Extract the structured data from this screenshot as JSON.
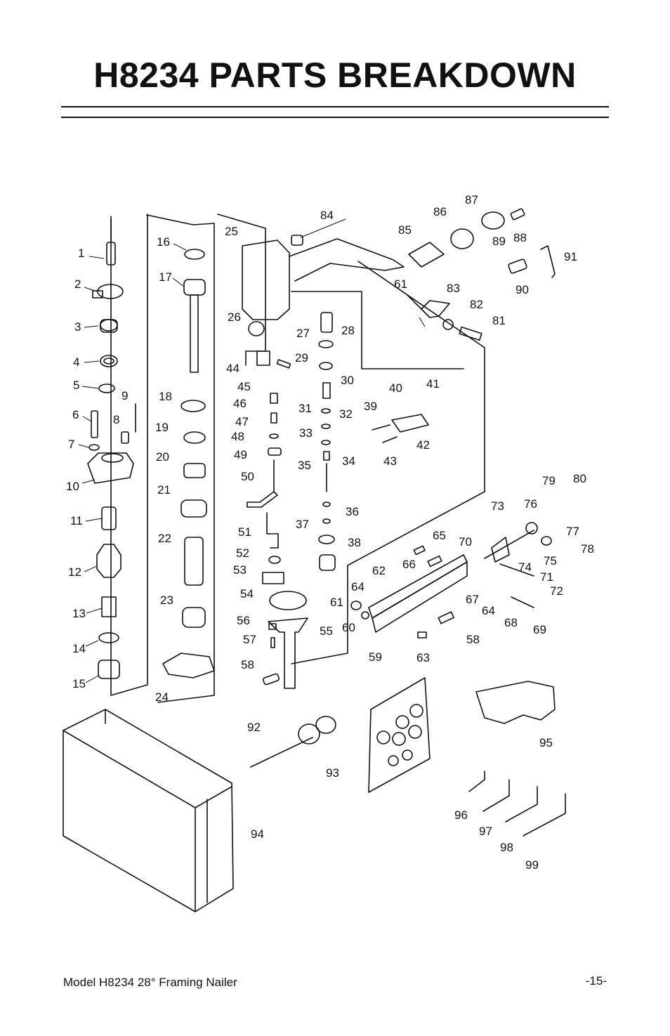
{
  "title": "H8234 PARTS BREAKDOWN",
  "footer": {
    "model": "Model H8234  28° Framing Nailer",
    "page": "-15-"
  },
  "callouts": [
    "1",
    "2",
    "3",
    "4",
    "5",
    "6",
    "7",
    "8",
    "9",
    "10",
    "11",
    "12",
    "13",
    "14",
    "15",
    "16",
    "17",
    "18",
    "19",
    "20",
    "21",
    "22",
    "23",
    "24",
    "25",
    "26",
    "27",
    "28",
    "29",
    "30",
    "31",
    "32",
    "33",
    "34",
    "35",
    "36",
    "37",
    "38",
    "39",
    "40",
    "41",
    "42",
    "43",
    "44",
    "45",
    "46",
    "47",
    "48",
    "49",
    "50",
    "51",
    "52",
    "53",
    "54",
    "55",
    "56",
    "57",
    "58",
    "58",
    "59",
    "60",
    "61",
    "61",
    "62",
    "63",
    "64",
    "64",
    "65",
    "66",
    "67",
    "68",
    "69",
    "70",
    "71",
    "72",
    "73",
    "74",
    "75",
    "76",
    "77",
    "78",
    "79",
    "80",
    "81",
    "82",
    "83",
    "84",
    "85",
    "86",
    "87",
    "88",
    "89",
    "90",
    "91",
    "92",
    "93",
    "94",
    "95",
    "96",
    "97",
    "98",
    "99"
  ]
}
